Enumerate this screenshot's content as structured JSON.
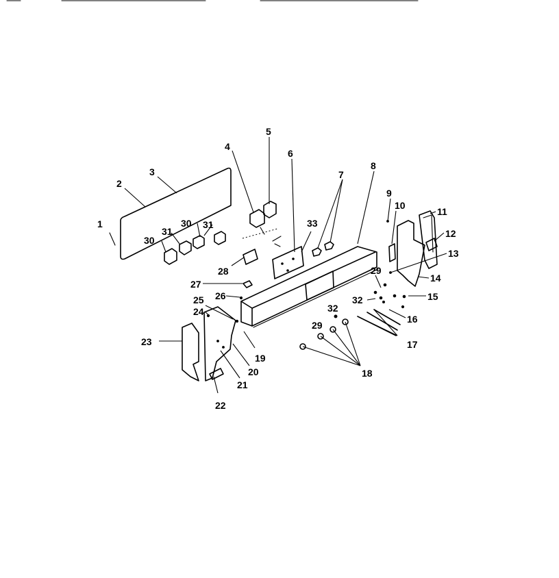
{
  "diagram": {
    "callouts": [
      "1",
      "2",
      "3",
      "4",
      "5",
      "6",
      "7",
      "8",
      "9",
      "10",
      "11",
      "12",
      "13",
      "14",
      "15",
      "16",
      "17",
      "18",
      "19",
      "20",
      "21",
      "22",
      "23",
      "24",
      "25",
      "26",
      "27",
      "28",
      "29",
      "29",
      "30",
      "30",
      "31",
      "31",
      "32",
      "32",
      "33"
    ]
  }
}
